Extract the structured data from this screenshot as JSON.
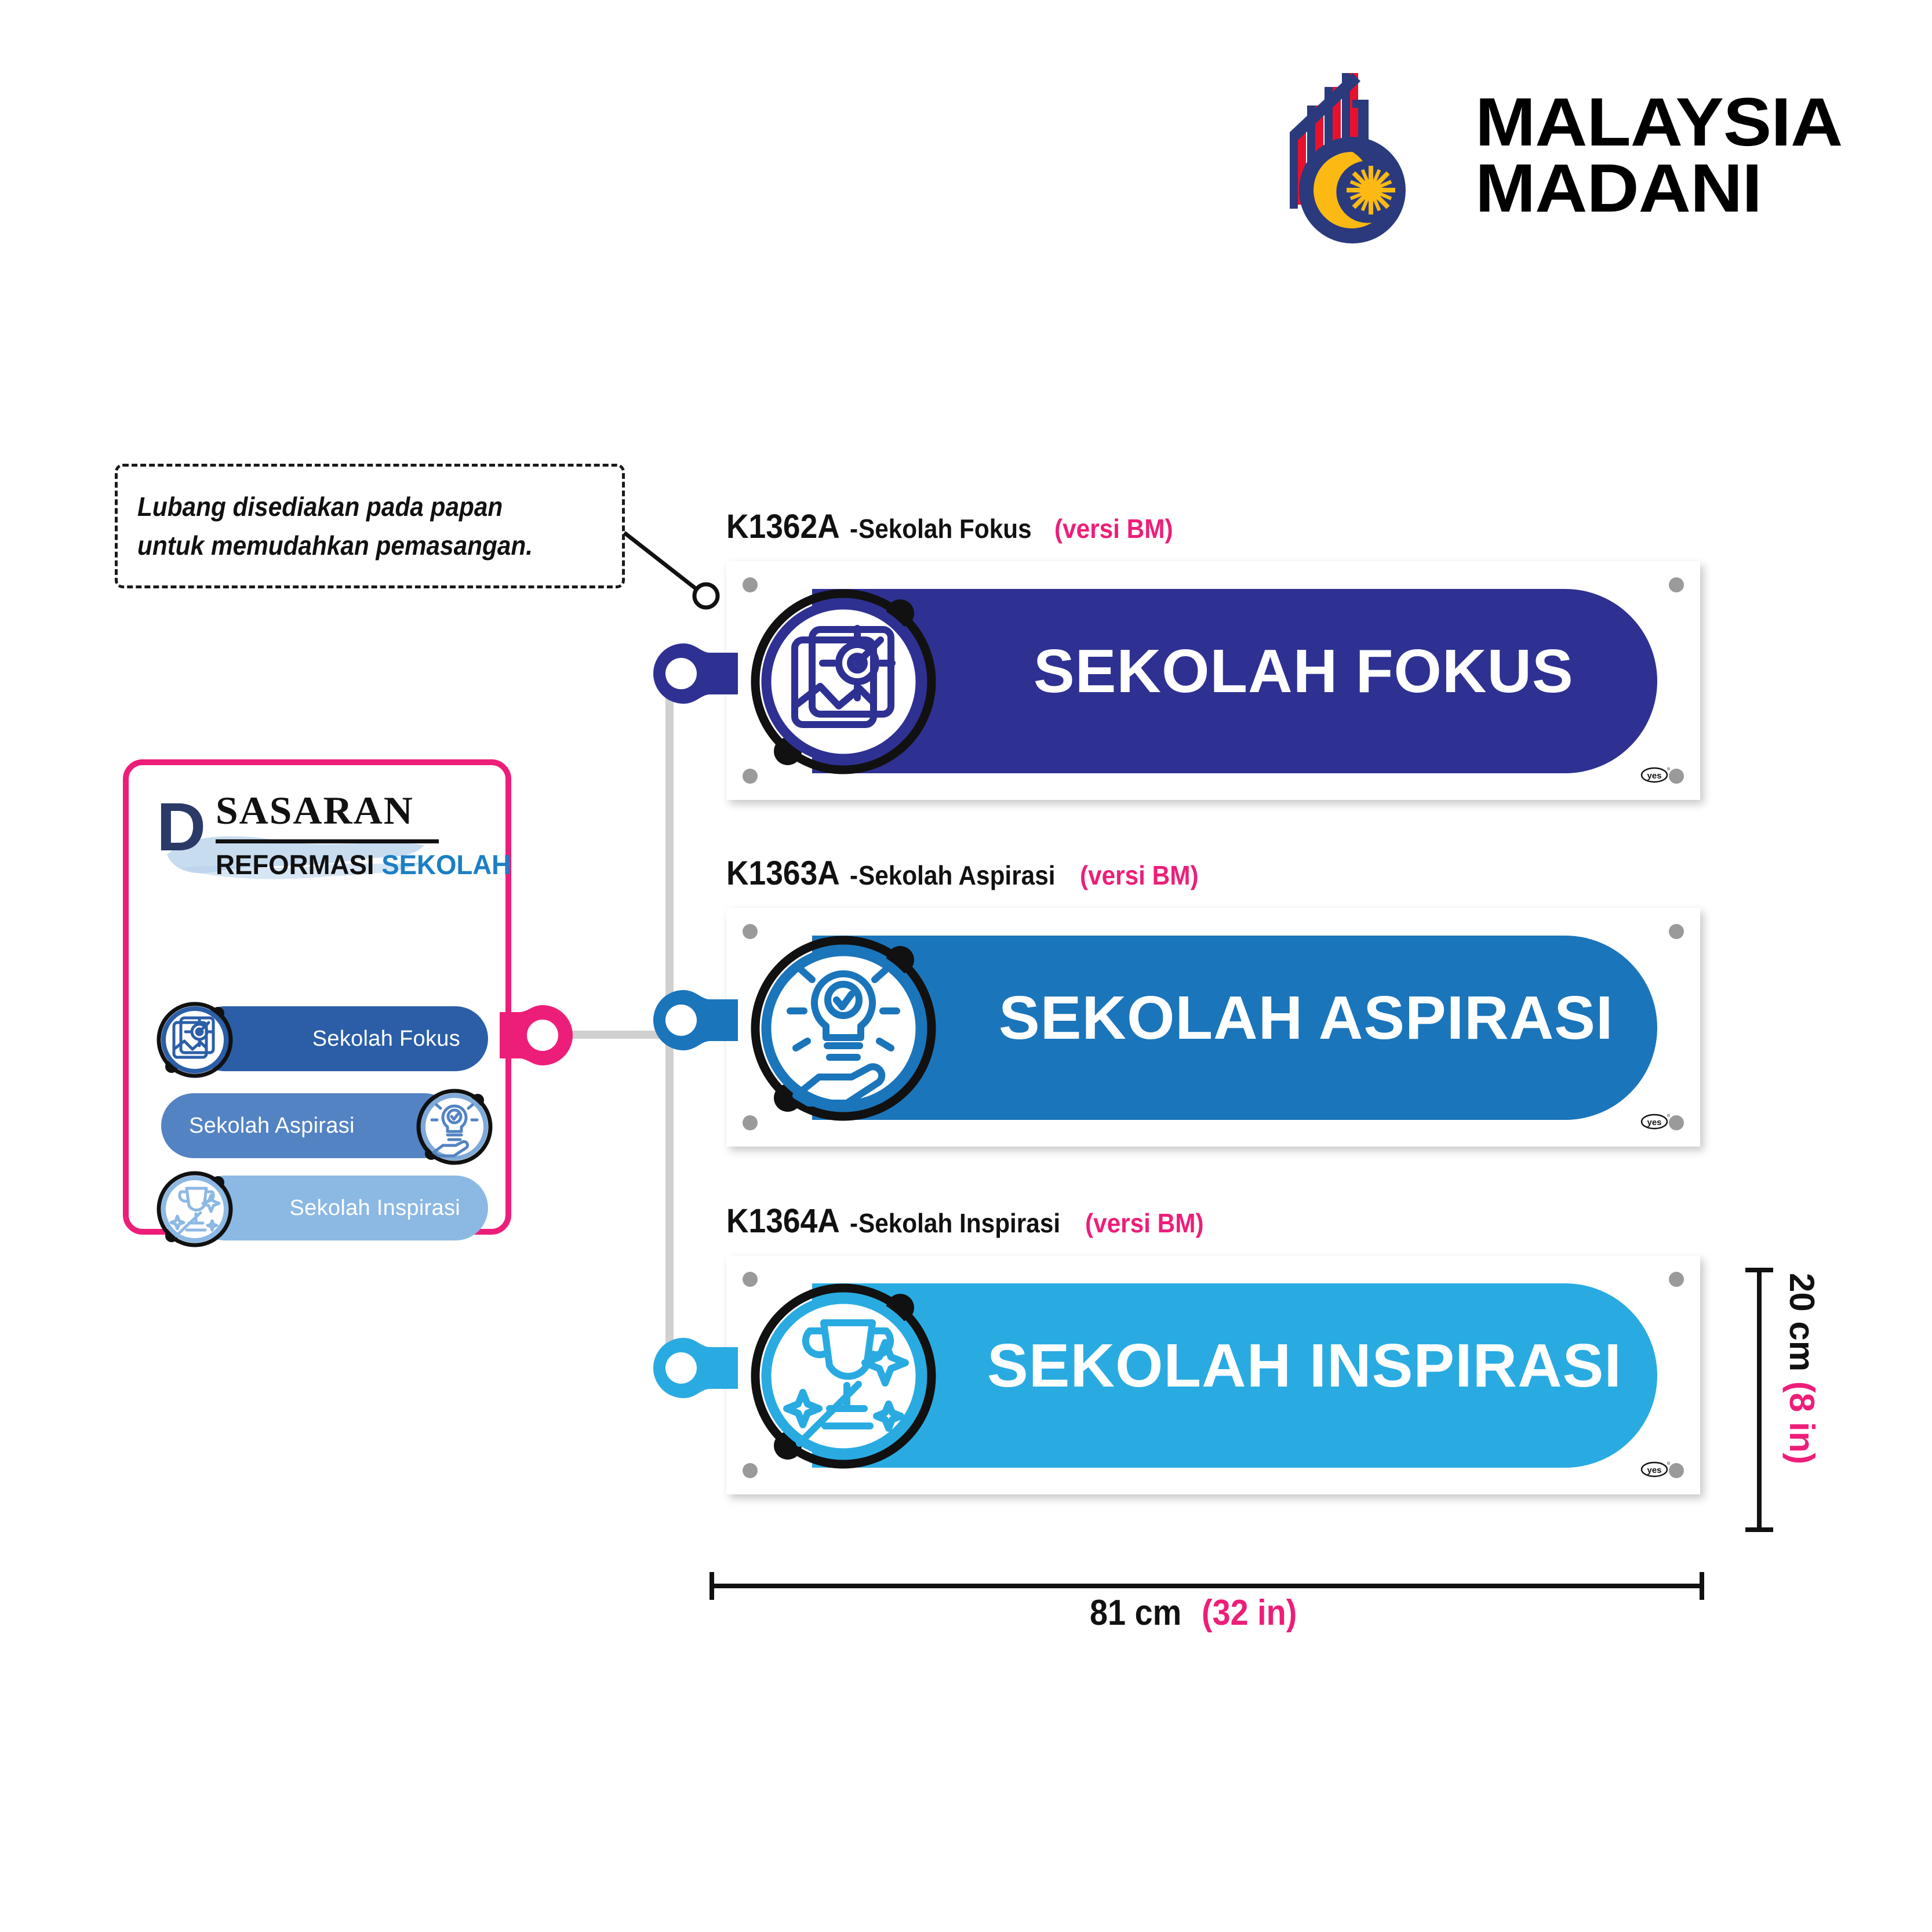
{
  "logo": {
    "line1": "MALAYSIA",
    "line2": "MADANI",
    "mark_name": "malaysia-madani-emblem",
    "colors": {
      "navy": "#2A3A7C",
      "red": "#E8112D",
      "yellow": "#FDB913"
    }
  },
  "callout": {
    "line1": "Lubang disediakan pada papan",
    "line2": "untuk memudahkan  pemasangan."
  },
  "card": {
    "letter": "D",
    "title": "SASARAN",
    "subtitle_part1": "REFORMASI",
    "subtitle_part2": "SEKOLAH",
    "border_color": "#ED1E79",
    "pills": [
      {
        "label": "Sekolah Fokus",
        "color": "#2B5EA7",
        "icon": "target-book-icon",
        "icon_side": "left"
      },
      {
        "label": "Sekolah Aspirasi",
        "color": "#5383C3",
        "icon": "lightbulb-hand-icon",
        "icon_side": "right"
      },
      {
        "label": "Sekolah Inspirasi",
        "color": "#8CB8E4",
        "icon": "trophy-sparkle-icon",
        "icon_side": "left"
      }
    ]
  },
  "signs": [
    {
      "code": "K1362A",
      "separator": " - ",
      "name": "Sekolah Fokus",
      "version": "(versi BM)",
      "board_text": "SEKOLAH FOKUS",
      "color": "#2E3192",
      "icon": "target-book-icon",
      "brand_mark": "yes-logo",
      "screws": 4
    },
    {
      "code": "K1363A",
      "separator": " - ",
      "name": "Sekolah Aspirasi",
      "version": "(versi BM)",
      "board_text": "SEKOLAH ASPIRASI",
      "color": "#1B75BB",
      "icon": "lightbulb-hand-icon",
      "brand_mark": "yes-logo",
      "screws": 4
    },
    {
      "code": "K1364A",
      "separator": " - ",
      "name": "Sekolah Inspirasi",
      "version": "(versi BM)",
      "board_text": "SEKOLAH INSPIRASI",
      "color": "#29ABE2",
      "icon": "trophy-sparkle-icon",
      "brand_mark": "yes-logo",
      "screws": 4
    }
  ],
  "dimensions": {
    "width_cm": "81 cm",
    "width_in": "(32 in)",
    "height_cm": "20 cm",
    "height_in": "(8 in)"
  },
  "connectors": [
    {
      "name": "connector-card-pink",
      "color": "#ED1E79"
    },
    {
      "name": "connector-sign-fokus",
      "color": "#2E3192"
    },
    {
      "name": "connector-sign-aspirasi",
      "color": "#1B75BB"
    },
    {
      "name": "connector-sign-inspirasi",
      "color": "#29ABE2"
    }
  ]
}
